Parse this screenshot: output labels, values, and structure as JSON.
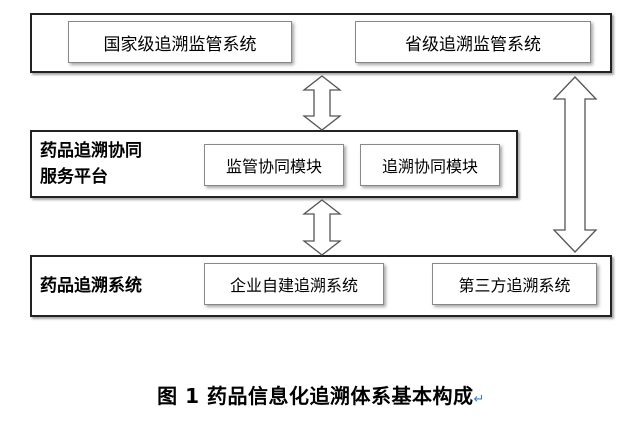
{
  "national_level": {
    "national_box": "国家级追溯监管系统",
    "provincial_box": "省级追溯监管系统"
  },
  "service_platform": {
    "label_line1": "药品追溯协同",
    "label_line2": "服务平台",
    "supervision_module": "监管协同模块",
    "trace_module": "追溯协同模块"
  },
  "trace_system": {
    "label": "药品追溯系统",
    "enterprise_box": "企业自建追溯系统",
    "third_party_box": "第三方追溯系统"
  },
  "caption": {
    "text": "图 1  药品信息化追溯体系基本构成",
    "return_mark": "↵"
  }
}
